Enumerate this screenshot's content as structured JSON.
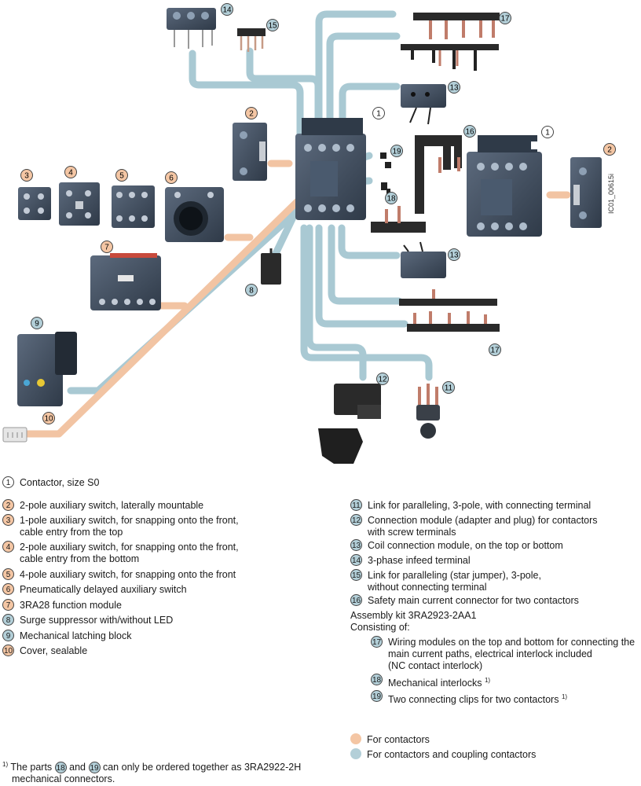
{
  "image_code": "IC01_00615i",
  "callouts": {
    "c1": "1",
    "c2": "2",
    "c3": "3",
    "c4": "4",
    "c5": "5",
    "c6": "6",
    "c7": "7",
    "c8": "8",
    "c9": "9",
    "c10": "10",
    "c11": "11",
    "c12": "12",
    "c13": "13",
    "c14": "14",
    "c15": "15",
    "c16": "16",
    "c17": "17",
    "c18": "18",
    "c19": "19"
  },
  "legend_left": [
    {
      "num": "1",
      "text": "Contactor, size S0"
    },
    {
      "num": "2",
      "text": "2-pole auxiliary switch, laterally mountable"
    },
    {
      "num": "3",
      "line1": "1-pole auxiliary switch, for snapping onto the front,",
      "line2": "cable entry from the top"
    },
    {
      "num": "4",
      "line1": "2-pole auxiliary switch, for snapping onto the front,",
      "line2": "cable entry from the bottom"
    },
    {
      "num": "5",
      "text": "4-pole auxiliary switch, for snapping onto the front"
    },
    {
      "num": "6",
      "text": "Pneumatically delayed auxiliary switch"
    },
    {
      "num": "7",
      "text": "3RA28 function module"
    },
    {
      "num": "8",
      "text": "Surge suppressor with/without LED"
    },
    {
      "num": "9",
      "text": "Mechanical latching block"
    },
    {
      "num": "10",
      "text": "Cover, sealable"
    }
  ],
  "legend_right": [
    {
      "num": "11",
      "text": "Link for paralleling, 3-pole, with connecting terminal"
    },
    {
      "num": "12",
      "line1": "Connection module (adapter and plug) for contactors",
      "line2": "with screw terminals"
    },
    {
      "num": "13",
      "text": "Coil connection module, on the top or bottom"
    },
    {
      "num": "14",
      "text": "3-phase infeed terminal"
    },
    {
      "num": "15",
      "line1": "Link for paralleling (star jumper), 3-pole,",
      "line2": "without connecting terminal"
    },
    {
      "num": "16",
      "text": "Safety main current connector for two contactors"
    }
  ],
  "assembly": {
    "title": "Assembly kit 3RA2923-2AA1",
    "consisting": "Consisting of:",
    "item17": {
      "num": "17",
      "line1": "Wiring modules on the top and bottom for connecting the",
      "line2": "main current paths, electrical interlock included",
      "line3": "(NC contact interlock)"
    },
    "item18": {
      "num": "18",
      "text": "Mechanical interlocks",
      "sup": "1)"
    },
    "item19": {
      "num": "19",
      "text": "Two connecting clips for two contactors",
      "sup": "1)"
    }
  },
  "key": {
    "orange": "For contactors",
    "blue": "For contactors and coupling contactors",
    "orange_color": "#f4c6a4",
    "blue_color": "#b3cfd8"
  },
  "footnote": {
    "mark": "1)",
    "part1": "The parts",
    "num_a": "18",
    "and": "and",
    "num_b": "19",
    "part2": "can only be ordered together as 3RA2922-2H",
    "line2": "mechanical connectors."
  }
}
